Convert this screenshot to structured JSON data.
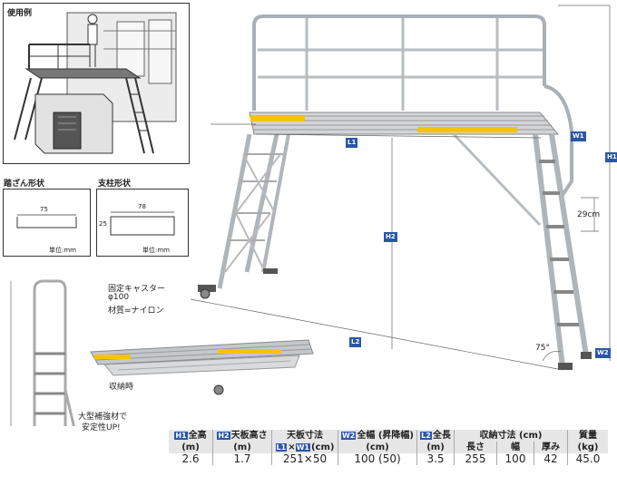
{
  "usage_example": {
    "title": "使用例"
  },
  "tread_shape": {
    "title": "踏ざん形状",
    "dim": "75",
    "unit": "単位:mm"
  },
  "post_shape": {
    "title": "支柱形状",
    "dim_w": "78",
    "dim_h": "25",
    "unit": "単位:mm"
  },
  "caster_note": {
    "line1": "固定キャスター",
    "line2": "φ100",
    "line3": "材質=ナイロン"
  },
  "stored_label": "収納時",
  "reinforcement_note": {
    "line1": "大型補強材で",
    "line2": "安定性UP!"
  },
  "dimension_tags": {
    "H1": "H1",
    "H2": "H2",
    "L1": "L1",
    "L2": "L2",
    "W1": "W1",
    "W2": "W2"
  },
  "pitch": "29cm",
  "angle": "75°",
  "spec_table": {
    "headers": {
      "total_height": "全高",
      "total_height_unit": "(m)",
      "top_height": "天板高さ",
      "top_height_unit": "(m)",
      "top_size": "天板寸法",
      "top_size_unit": "(cm)",
      "width": "全幅 (昇降幅)",
      "width_unit": "(cm)",
      "length": "全長",
      "length_unit": "(m)",
      "storage": "収納寸法 (cm)",
      "storage_len": "長さ",
      "storage_w": "幅",
      "storage_t": "厚み",
      "mass": "質量",
      "mass_unit": "(kg)"
    },
    "values": {
      "total_height": "2.6",
      "top_height": "1.7",
      "top_size": "251×50",
      "width": "100 (50)",
      "length": "3.5",
      "storage_len": "255",
      "storage_w": "100",
      "storage_t": "42",
      "mass": "45.0"
    }
  },
  "colors": {
    "tag_blue": "#2a56a8",
    "yellow": "#f5c400",
    "metal": "#c8cacc",
    "dim_line": "#666666"
  }
}
